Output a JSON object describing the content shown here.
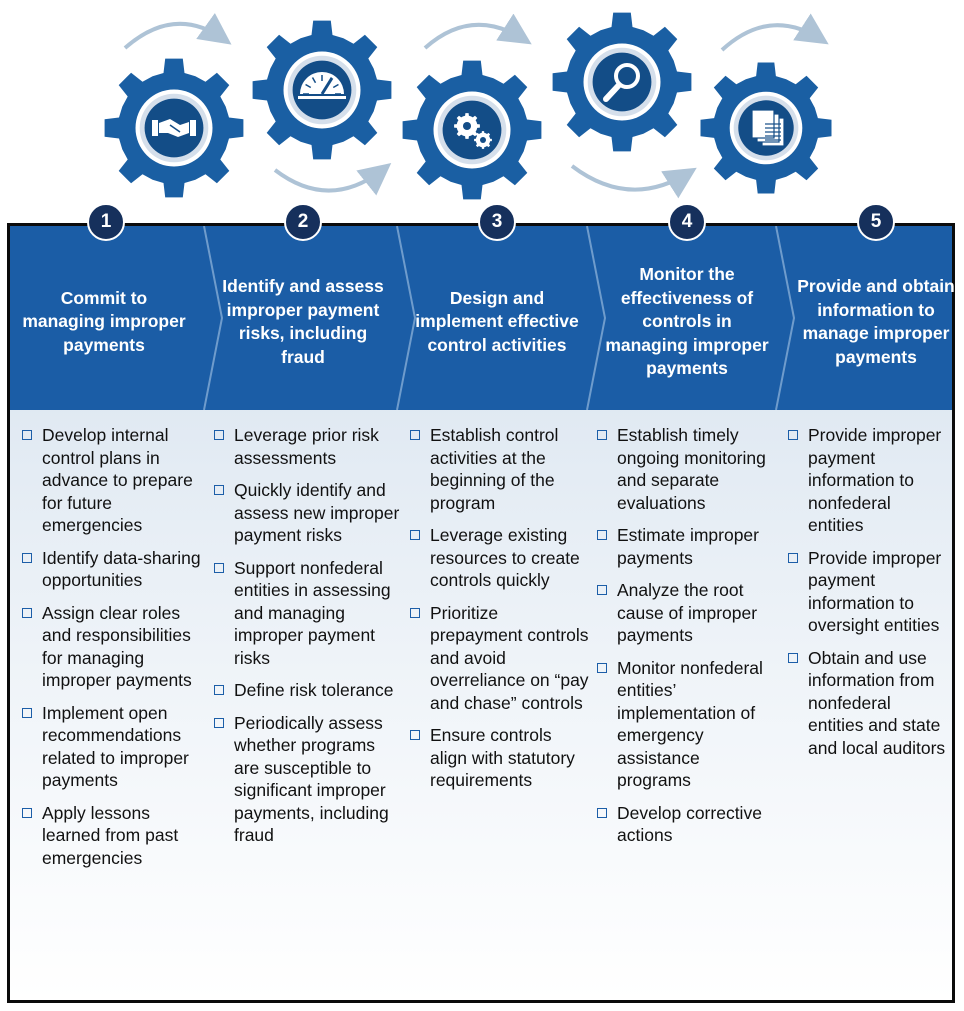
{
  "colors": {
    "gear": "#1a5fa3",
    "gear_dark": "#134d87",
    "banner": "#1b5da6",
    "circle": "#16305c",
    "arrow": "#aec3d6"
  },
  "icons": [
    "handshake-icon",
    "gauge-icon",
    "cogs-icon",
    "magnifier-icon",
    "documents-icon"
  ],
  "steps": [
    {
      "number": "1",
      "title": "Commit to managing improper payments",
      "items": [
        "Develop internal control plans in advance to prepare for future emergencies",
        "Identify data-sharing opportunities",
        "Assign clear roles and responsibilities for managing improper payments",
        "Implement open recommendations related to improper payments",
        "Apply lessons learned from past emergencies"
      ]
    },
    {
      "number": "2",
      "title": "Identify and assess improper payment risks, including fraud",
      "items": [
        "Leverage prior risk assessments",
        "Quickly identify and assess new improper payment risks",
        "Support nonfederal entities in assessing and managing improper payment risks",
        "Define risk tolerance",
        "Periodically assess whether programs are susceptible to significant improper payments, including fraud"
      ]
    },
    {
      "number": "3",
      "title": "Design and implement effective control activities",
      "items": [
        "Establish control activities at the beginning of the program",
        "Leverage existing resources to create controls quickly",
        "Prioritize prepayment controls and avoid overreliance on “pay and chase” controls",
        "Ensure controls align with statutory requirements"
      ]
    },
    {
      "number": "4",
      "title": "Monitor the effectiveness of controls in managing improper payments",
      "items": [
        "Establish timely ongoing monitoring and separate evaluations",
        "Estimate improper payments",
        "Analyze the root cause of improper payments",
        "Monitor nonfederal entities’ implementation of emergency assistance programs",
        "Develop corrective actions"
      ]
    },
    {
      "number": "5",
      "title": "Provide and obtain information to manage improper payments",
      "items": [
        "Provide improper payment information to nonfederal entities",
        "Provide improper payment information to oversight entities",
        "Obtain and use information from nonfederal entities and state and local auditors"
      ]
    }
  ]
}
